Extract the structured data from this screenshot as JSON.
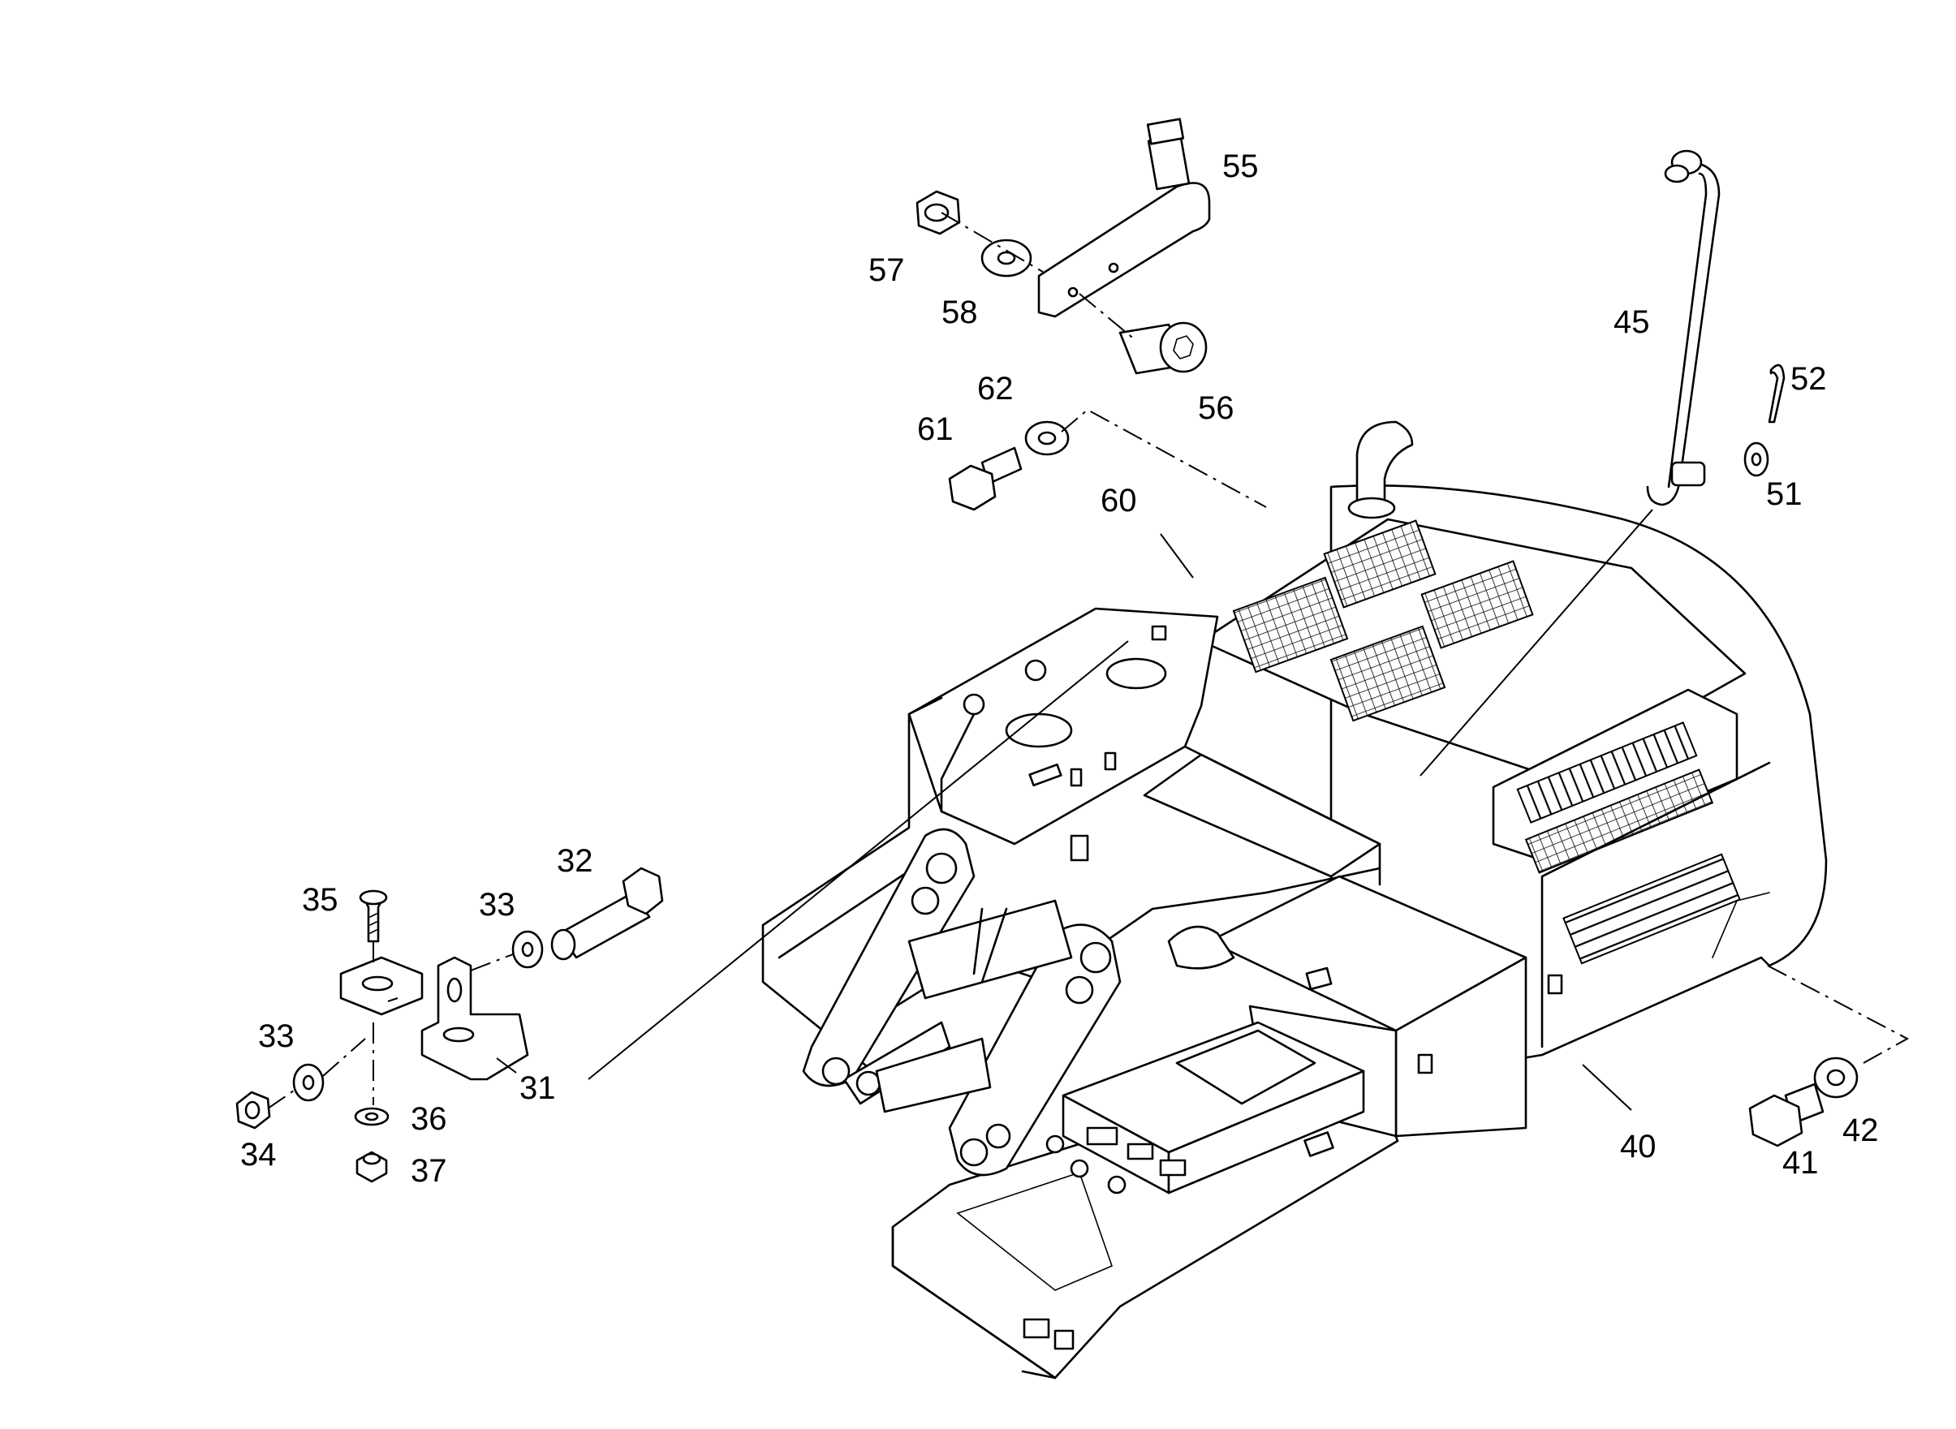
{
  "callouts": [
    {
      "id": "31",
      "text": "31"
    },
    {
      "id": "32",
      "text": "32"
    },
    {
      "id": "33a",
      "text": "33"
    },
    {
      "id": "33b",
      "text": "33"
    },
    {
      "id": "34",
      "text": "34"
    },
    {
      "id": "35",
      "text": "35"
    },
    {
      "id": "36",
      "text": "36"
    },
    {
      "id": "37",
      "text": "37"
    },
    {
      "id": "40",
      "text": "40"
    },
    {
      "id": "41",
      "text": "41"
    },
    {
      "id": "42",
      "text": "42"
    },
    {
      "id": "45",
      "text": "45"
    },
    {
      "id": "51",
      "text": "51"
    },
    {
      "id": "52",
      "text": "52"
    },
    {
      "id": "55",
      "text": "55"
    },
    {
      "id": "56",
      "text": "56"
    },
    {
      "id": "57",
      "text": "57"
    },
    {
      "id": "58",
      "text": "58"
    },
    {
      "id": "60",
      "text": "60"
    },
    {
      "id": "61",
      "text": "61"
    },
    {
      "id": "62",
      "text": "62"
    }
  ]
}
